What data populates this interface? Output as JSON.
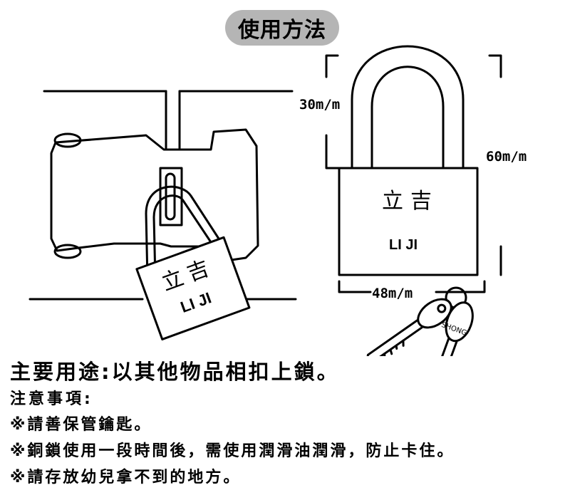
{
  "title": "使用方法",
  "lock_brand_cn": "立吉",
  "lock_brand_en": "LI JI",
  "key_engraving": "SHONG",
  "dimensions": {
    "shackle_clearance": "30m/m",
    "height": "60m/m",
    "width": "48m/m"
  },
  "main_use": "主要用途:以其他物品相扣上鎖。",
  "notes_heading": "注意事項:",
  "notes": [
    "※請善保管鑰匙。",
    "※銅鎖使用一段時間後，需使用潤滑油潤滑，防止卡住。",
    "※請存放幼兒拿不到的地方。"
  ],
  "colors": {
    "title_pill": "#b5b5b5",
    "line": "#000000",
    "background": "#ffffff"
  }
}
